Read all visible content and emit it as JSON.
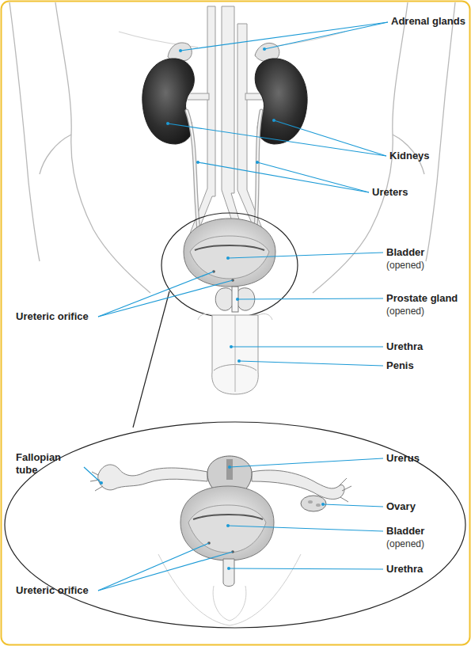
{
  "diagram": {
    "labels": [
      "Adrenal glands",
      "Kidneys",
      "Ureters",
      "Bladder",
      "(opened)",
      "Prostate gland",
      "(opened)",
      "Ureteric orifice",
      "Urethra",
      "Penis",
      "Fallopian tube",
      "Urerus",
      "Ovary",
      "Bladder",
      "(opened)",
      "Urethra",
      "Ureteric orifice"
    ]
  }
}
